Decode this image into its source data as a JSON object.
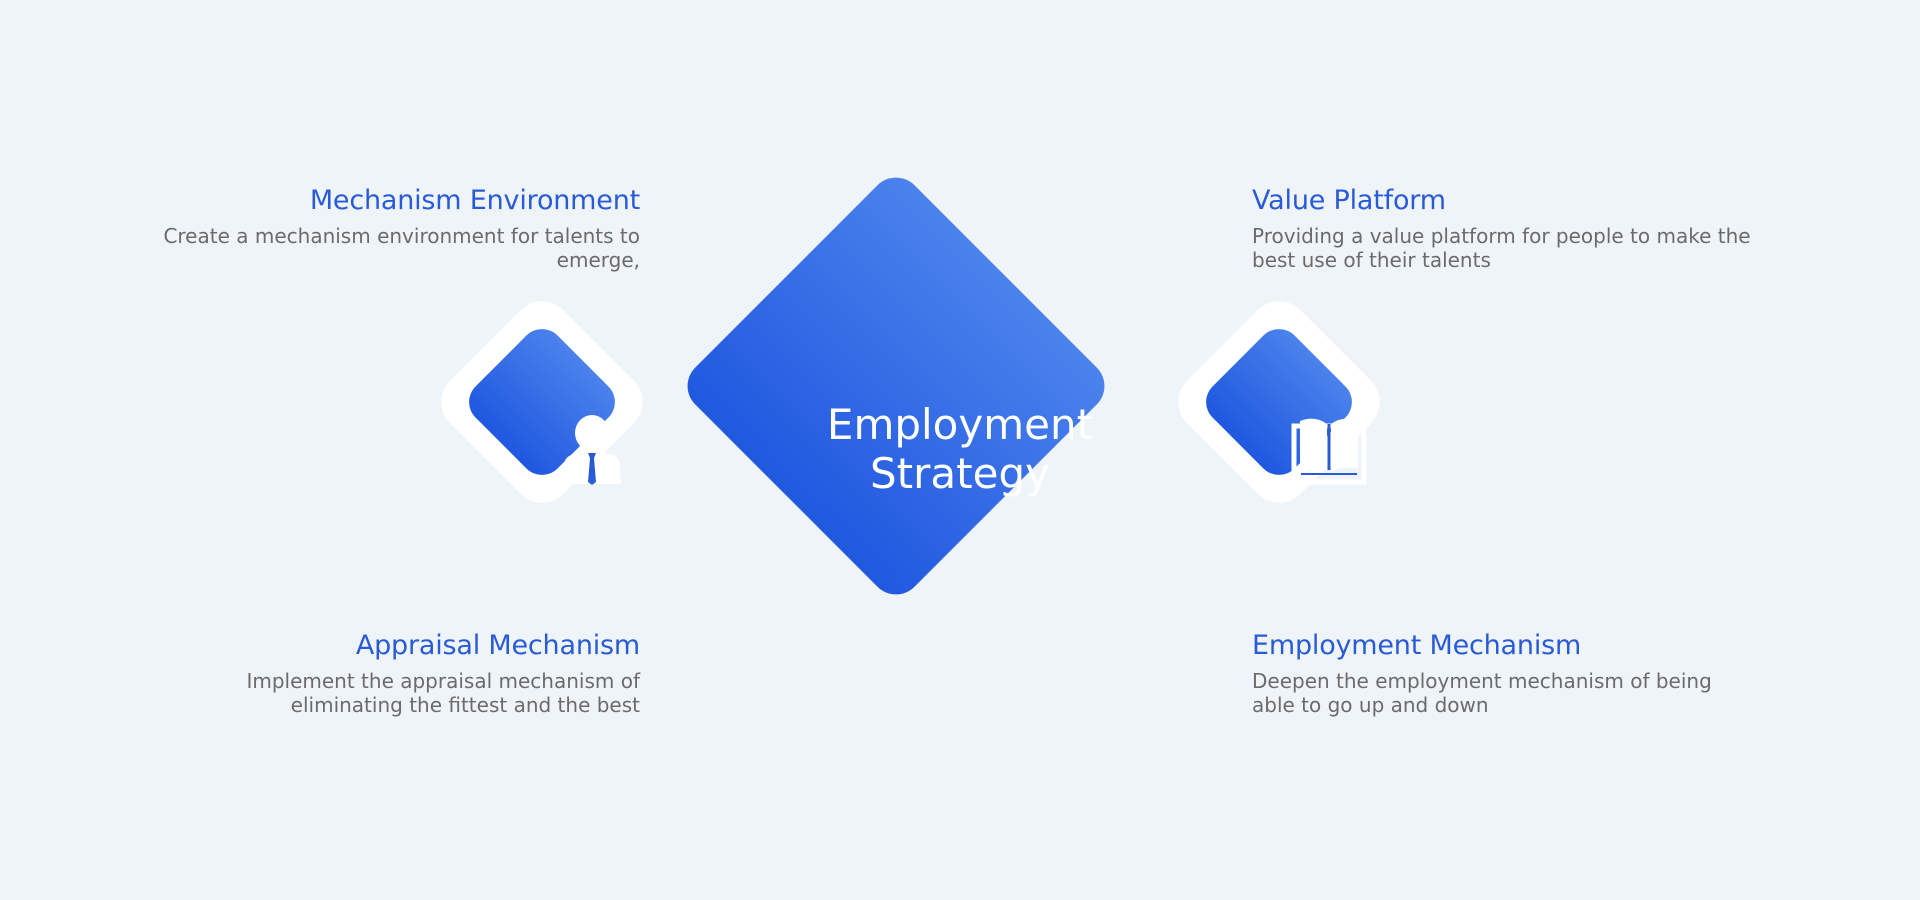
{
  "center": {
    "line1": "Employment",
    "line2": "Strategy"
  },
  "items": {
    "mechanism_environment": {
      "title": "Mechanism Environment",
      "desc_line1": "Create a mechanism environment for talents to",
      "desc_line2": "emerge,"
    },
    "appraisal_mechanism": {
      "title": "Appraisal Mechanism",
      "desc_line1": "Implement the appraisal mechanism of",
      "desc_line2": "eliminating the fittest and the best"
    },
    "value_platform": {
      "title": "Value Platform",
      "desc_line1": "Providing a value platform for people to make the",
      "desc_line2": "best use of their talents"
    },
    "employment_mechanism": {
      "title": "Employment Mechanism",
      "desc_line1": "Deepen the employment mechanism of being",
      "desc_line2": "able to go up and down"
    }
  },
  "icons": {
    "left": "businessman-icon",
    "right": "open-book-icon"
  },
  "colors": {
    "background": "#eff4f8",
    "accent": "#2a5bd7",
    "gradient_light": "#4b82ec",
    "gradient_dark": "#1f58df",
    "body_text": "#6b6b6b"
  }
}
